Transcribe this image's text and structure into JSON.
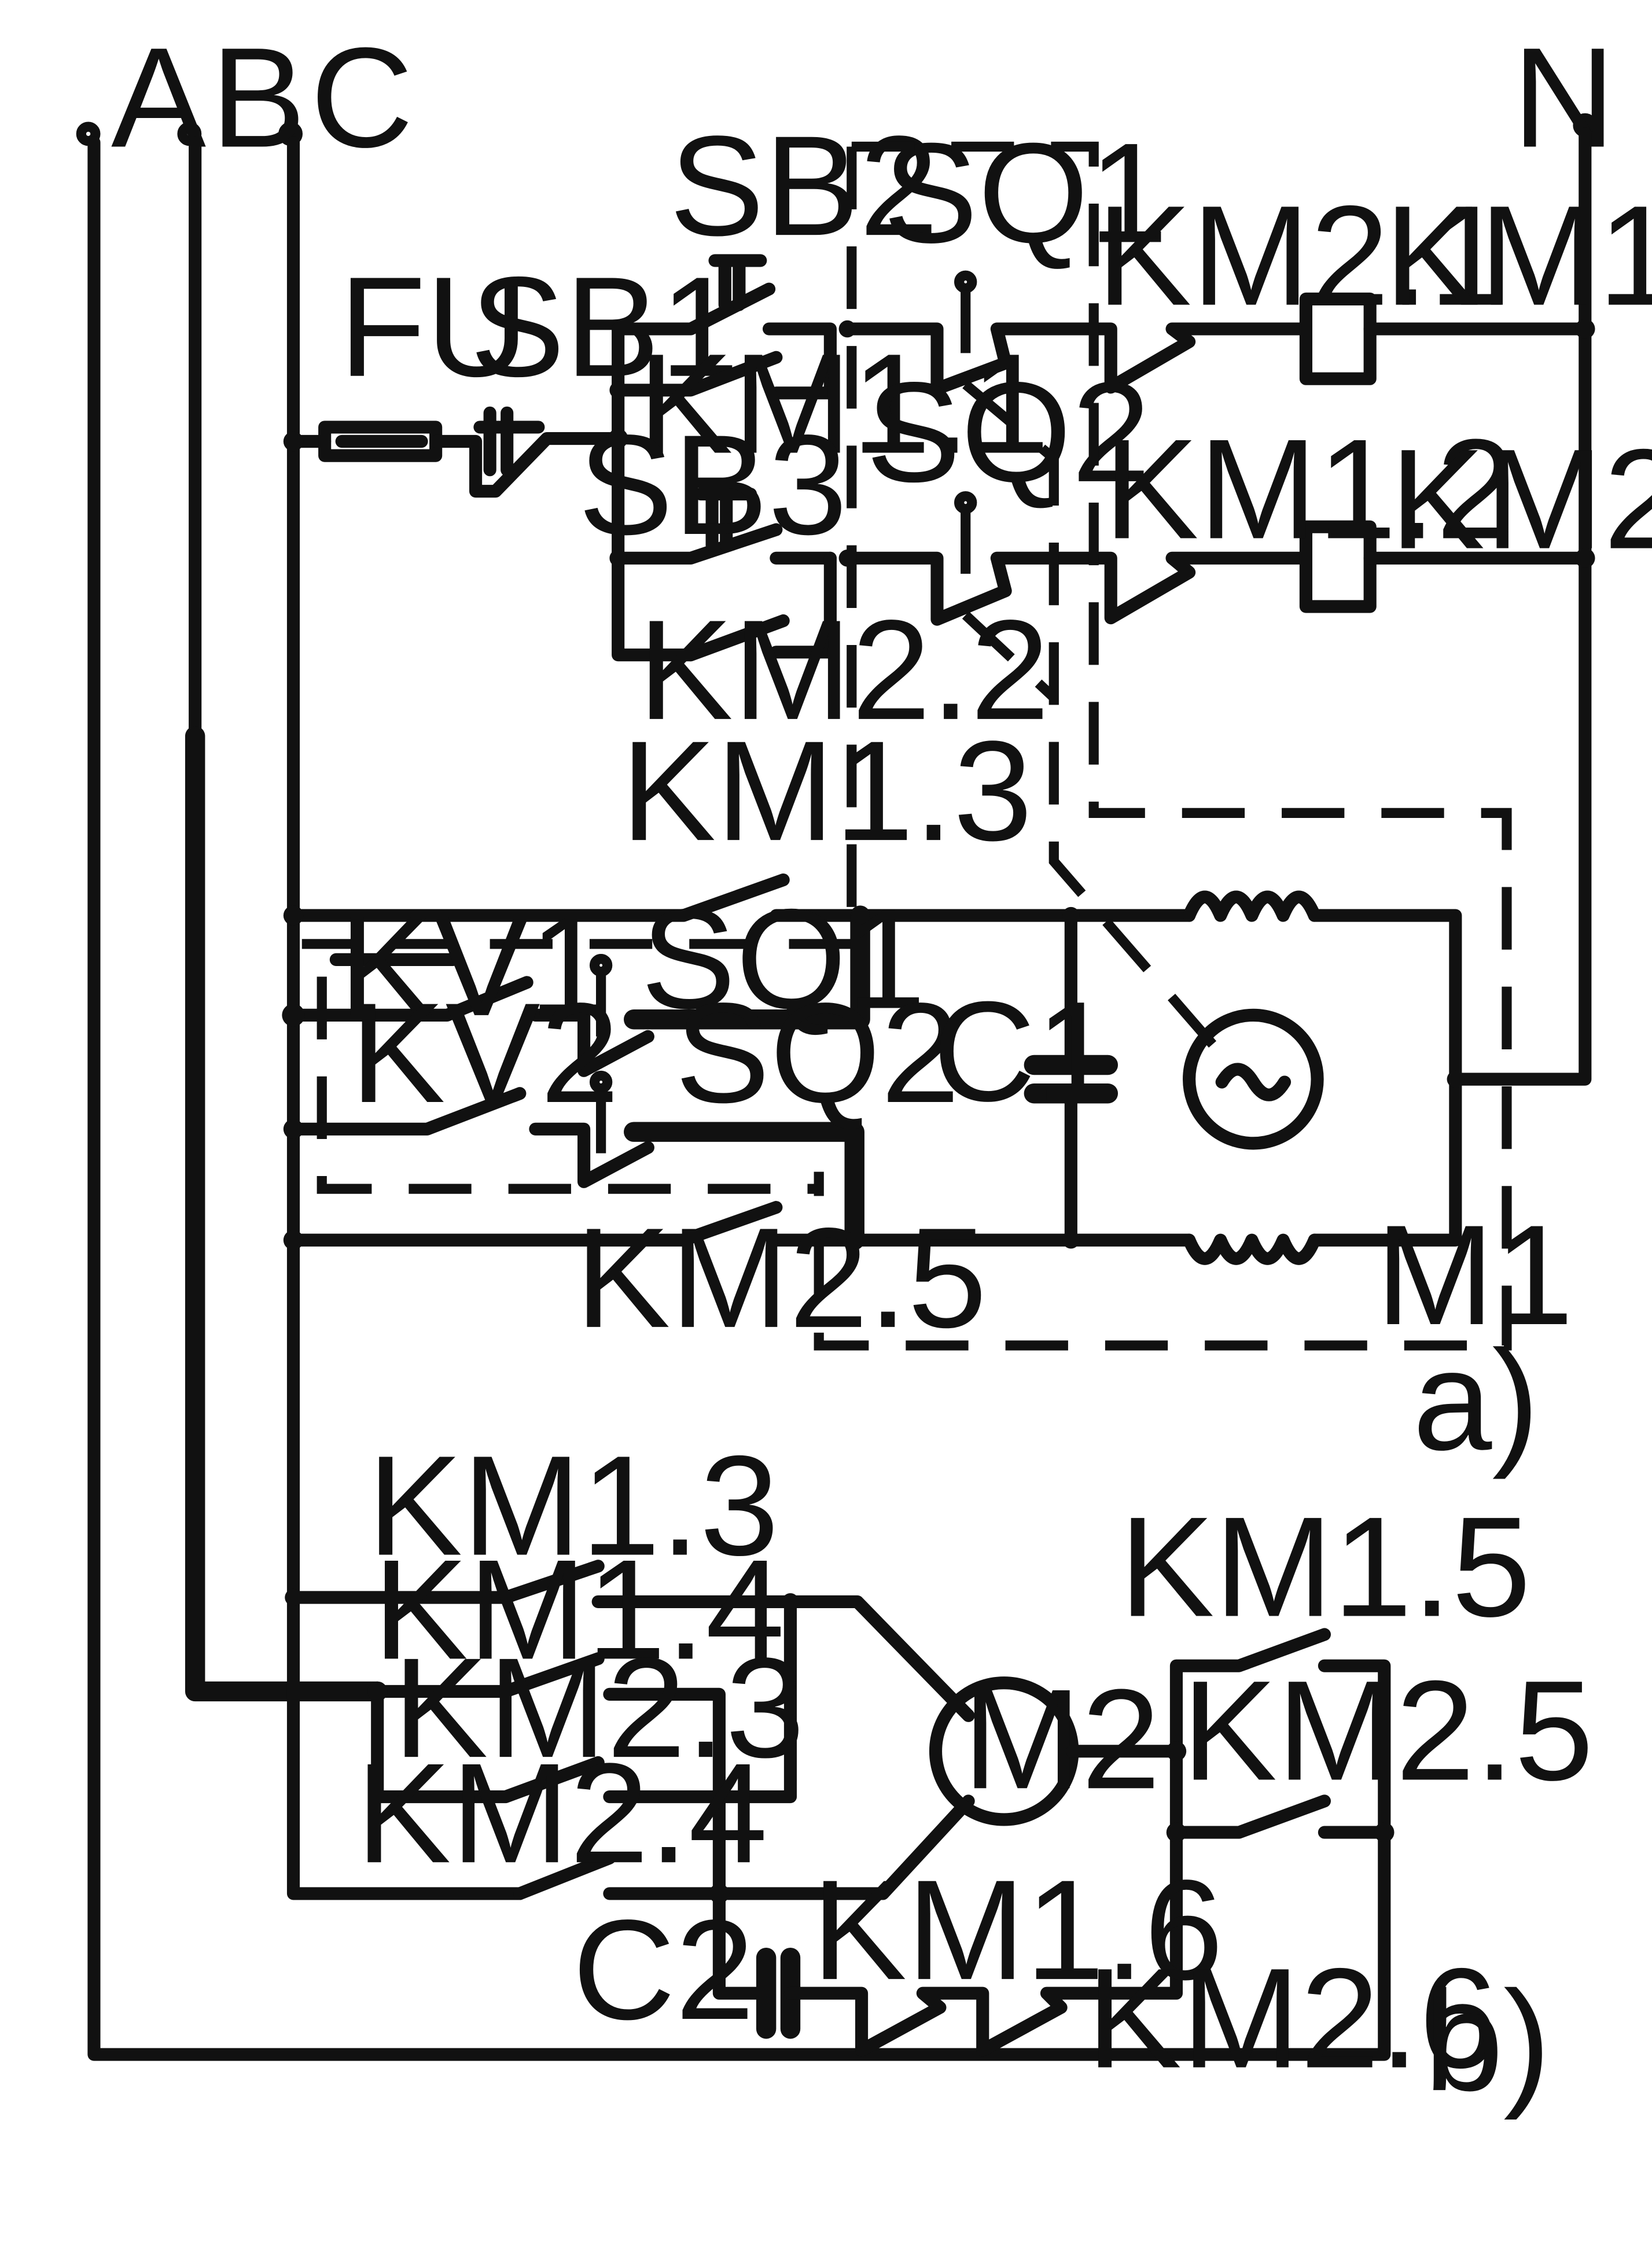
{
  "phases": {
    "a": "A",
    "b": "B",
    "c": "C",
    "n": "N"
  },
  "part_a": {
    "caption": "a)",
    "labels": {
      "fu": "FU",
      "sb1": "SB1",
      "sb2": "SB2",
      "sb3": "SB3",
      "sq1_top": "SQ1",
      "sq2_top": "SQ2",
      "km2_1": "KM2.1",
      "km1_coil": "KM1",
      "km1_1": "KM1.1",
      "km1_2": "KM1.2",
      "km2_coil": "KM2",
      "km2_2": "KM2.2",
      "km1_3": "KM1.3",
      "kv1": "KV1",
      "sq1_bottom": "SQ1",
      "kv2": "KV2",
      "sq2_bottom": "SQ2",
      "c1": "C1",
      "km2_5": "KM2.5",
      "m1": "M1"
    }
  },
  "part_b": {
    "caption": "b)",
    "labels": {
      "km1_3": "KM1.3",
      "km1_4": "KM1.4",
      "km2_3": "KM2.3",
      "km2_4": "KM2.4",
      "m2": "M2",
      "km1_5": "KM1.5",
      "km2_5": "KM2.5",
      "c2": "C2",
      "km1_6": "KM1.6",
      "km2_6": "KM2.6"
    }
  }
}
